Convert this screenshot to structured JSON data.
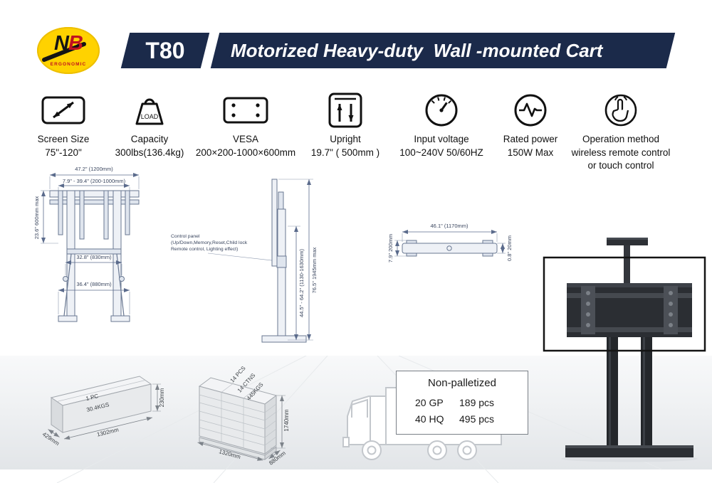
{
  "header": {
    "logo": {
      "letter_n": "N",
      "letter_b": "B",
      "subtext": "ERGONOMIC"
    },
    "model": "T80",
    "title": "Motorized Heavy-duty  Wall -mounted Cart"
  },
  "specs": {
    "screen_size": {
      "label": "Screen Size",
      "value": "75\"-120\""
    },
    "capacity": {
      "label": "Capacity",
      "value": "300lbs(136.4kg)",
      "icon_text": "LOAD"
    },
    "vesa": {
      "label": "VESA",
      "value": "200×200-1000×600mm"
    },
    "upright": {
      "label": "Upright",
      "value": "19.7\" ( 500mm )"
    },
    "input_voltage": {
      "label": "Input voltage",
      "value": "100~240V 50/60HZ"
    },
    "rated_power": {
      "label": "Rated power",
      "value": "150W Max"
    },
    "operation": {
      "label": "Operation method",
      "value_line1": "wireless remote control",
      "value_line2": "or touch control"
    }
  },
  "front_view": {
    "dim_width": "47.2\" (1200mm)",
    "dim_vesa_range": "7.9\" - 39.4\" (200-1000mm)",
    "dim_height_max": "23.6\" 600mm max",
    "dim_inner": "32.8\" (830mm)",
    "dim_outer": "36.4\" (880mm)"
  },
  "side_view": {
    "note_line1": "Control panel",
    "note_line2": "(Up/Down,Memory,Reset,Child lock",
    "note_line3": "Remote control, Lighting effect)",
    "dim_range": "44.5\" - 64.2\" (1130-1630mm)",
    "dim_max": "76.5\" 1945mm max"
  },
  "top_view": {
    "dim_width": "46.1\" (1170mm)",
    "dim_depth": "7.9\" 200mm",
    "dim_thickness": "0.8\" 20mm"
  },
  "packaging": {
    "carton": {
      "line1": "1 PC",
      "line2": "30.4KGS",
      "height": "230mm",
      "length": "1302mm",
      "depth": "429mm"
    },
    "pallet": {
      "line1": "14 PCS",
      "line2": "14 CTNS",
      "line3": "445KGS",
      "height": "1740mm",
      "length": "1320mm",
      "depth": "880mm"
    },
    "shipping": {
      "title": "Non-palletized",
      "rows": [
        {
          "container": "20 GP",
          "quantity": "189 pcs"
        },
        {
          "container": "40 HQ",
          "quantity": "495 pcs"
        }
      ]
    }
  }
}
